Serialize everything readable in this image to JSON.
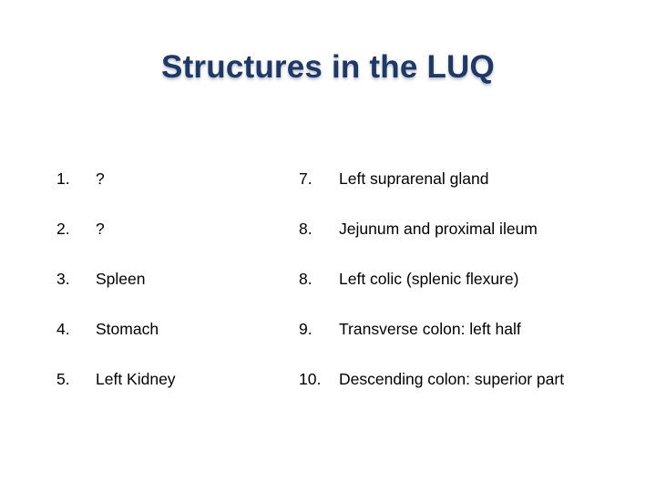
{
  "slide": {
    "title": "Structures in the LUQ",
    "title_color": "#1F3864",
    "background_color": "#FFFFFF",
    "body_text_color": "#000000"
  },
  "left_column": {
    "items": [
      {
        "number": "1.",
        "label": "?"
      },
      {
        "number": "2.",
        "label": "?"
      },
      {
        "number": "3.",
        "label": "Spleen"
      },
      {
        "number": "4.",
        "label": "Stomach"
      },
      {
        "number": "5.",
        "label": "Left Kidney"
      }
    ]
  },
  "right_column": {
    "items": [
      {
        "number": "7.",
        "label": "Left suprarenal gland"
      },
      {
        "number": "8.",
        "label": "Jejunum and proximal ileum"
      },
      {
        "number": "8.",
        "label": "Left colic (splenic flexure)"
      },
      {
        "number": "9.",
        "label": "Transverse colon: left half"
      },
      {
        "number": "10.",
        "label": "Descending colon: superior part"
      }
    ]
  }
}
